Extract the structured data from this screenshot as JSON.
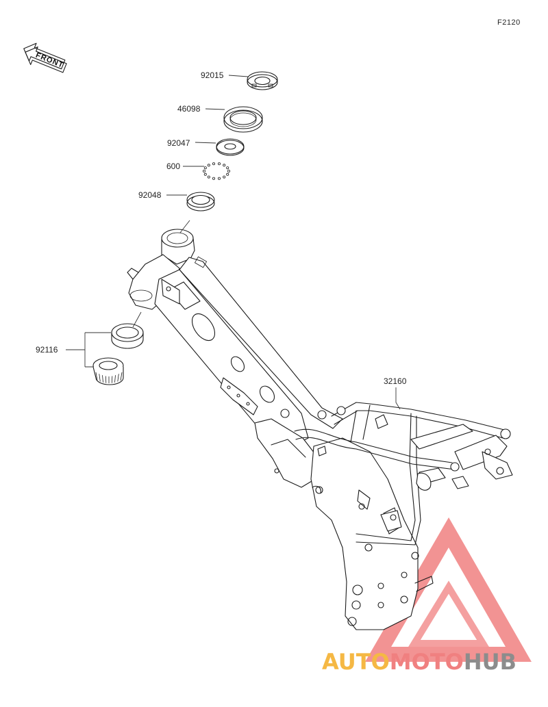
{
  "figure_code": "F2120",
  "front_label": "FRONT",
  "parts": [
    {
      "id": "92015",
      "label": "92015"
    },
    {
      "id": "46098",
      "label": "46098"
    },
    {
      "id": "92047",
      "label": "92047"
    },
    {
      "id": "600",
      "label": "600"
    },
    {
      "id": "92048",
      "label": "92048"
    },
    {
      "id": "92116",
      "label": "92116"
    },
    {
      "id": "32160",
      "label": "32160"
    }
  ],
  "watermark": {
    "parts": [
      "AUTO",
      "MOTO",
      "HUB"
    ],
    "colors": {
      "auto": "#f5b844",
      "moto": "#f08080",
      "hub": "#8c8c8c",
      "triangle": "#f08080"
    }
  }
}
